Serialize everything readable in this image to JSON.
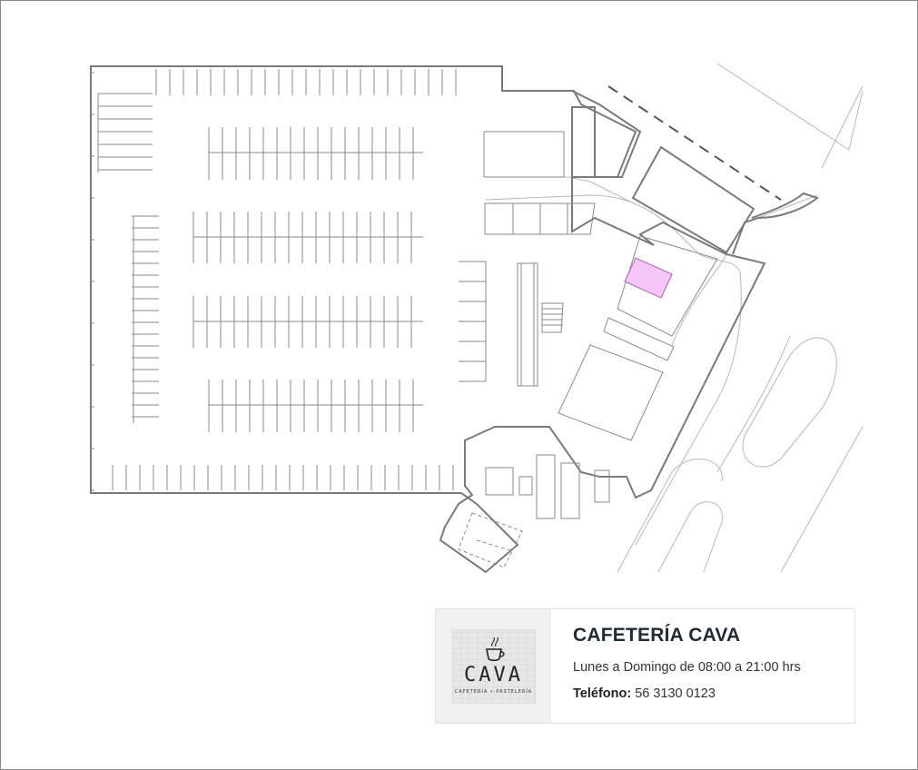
{
  "map": {
    "highlight_color": "#f5c6f7",
    "highlight_stroke": "#b070c0",
    "wall_color": "#777777",
    "line_color": "#b5b5b5"
  },
  "store": {
    "logo_icon": "coffee-cup-icon",
    "logo_text": "CAVA",
    "logo_subtext": "CAFETERÍA • PASTELERÍA",
    "name": "CAFETERÍA CAVA",
    "hours": "Lunes a Domingo de 08:00 a 21:00 hrs",
    "phone_label": "Teléfono:",
    "phone_value": " 56 3130 0123"
  }
}
